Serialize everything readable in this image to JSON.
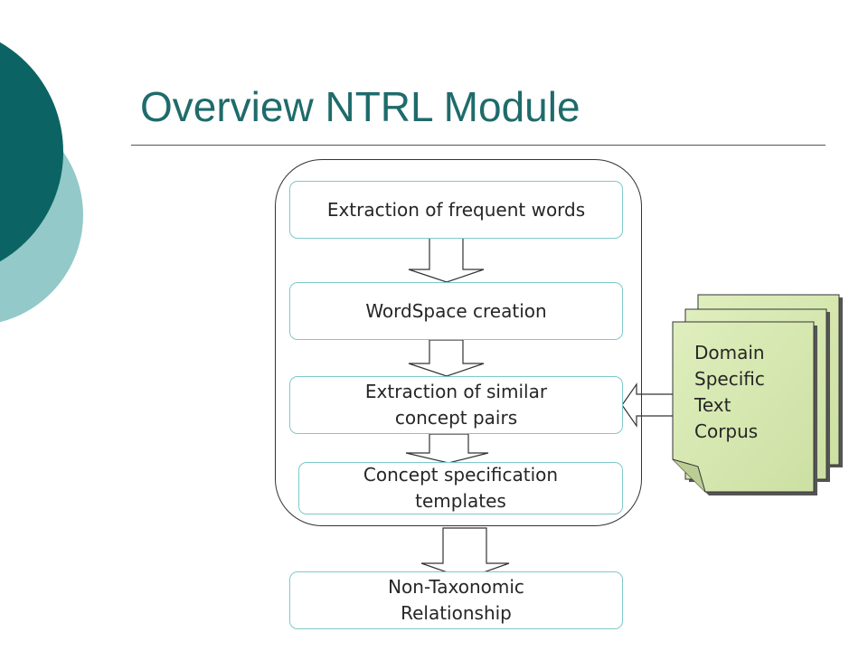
{
  "slide": {
    "title": "Overview NTRL Module",
    "colors": {
      "title": "#1f6b6b",
      "dark_teal": "#0b6463",
      "light_teal": "#93c9c9",
      "step_border": "#7fc9c9",
      "document_fill": "#d7e8b1"
    }
  },
  "diagram": {
    "steps": [
      {
        "label": "Extraction of frequent words"
      },
      {
        "label": "WordSpace creation"
      },
      {
        "label": "Extraction of similar\nconcept pairs"
      },
      {
        "label": "Concept specification\ntemplates"
      }
    ],
    "output": {
      "label": "Non-Taxonomic\nRelationship"
    },
    "input": {
      "label": "Domain\nSpecific\nText\nCorpus"
    }
  }
}
